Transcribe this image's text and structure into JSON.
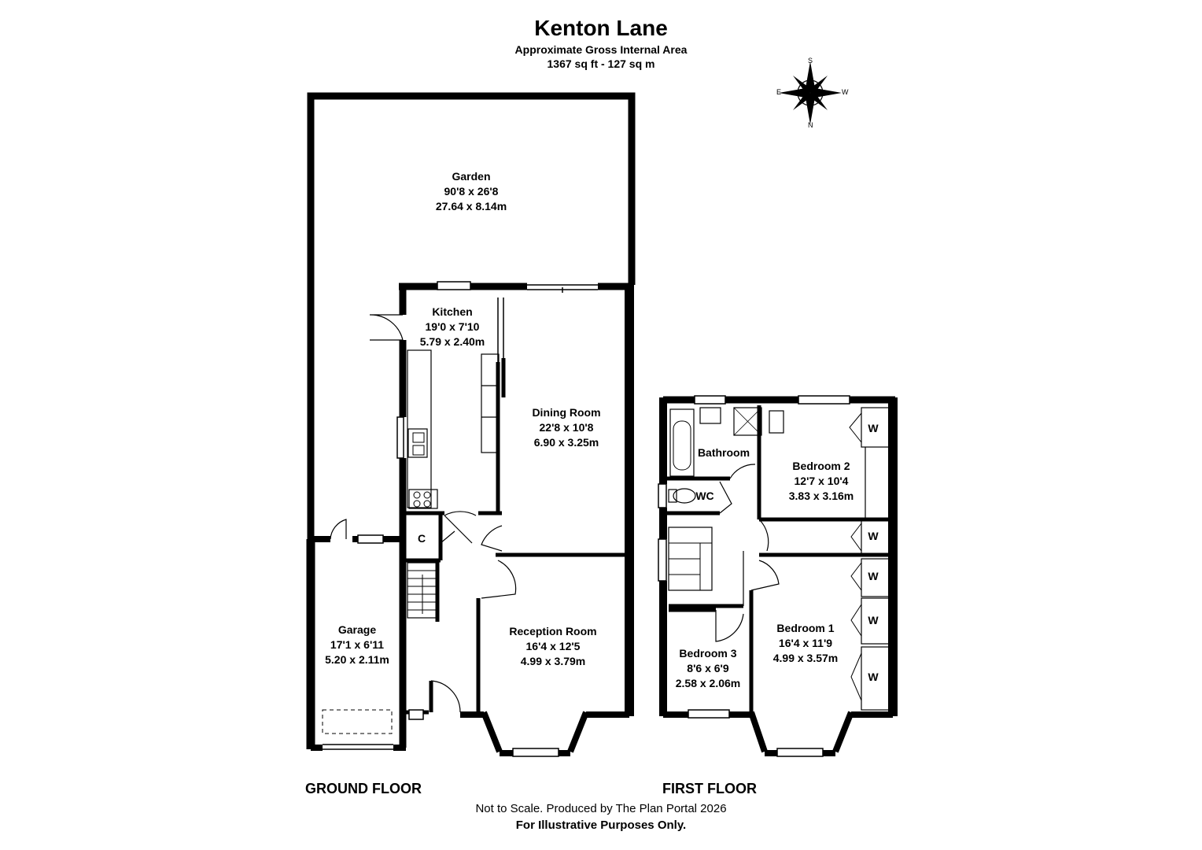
{
  "header": {
    "title": "Kenton Lane",
    "subtitle": "Approximate Gross Internal Area",
    "area": "1367 sq ft - 127 sq m"
  },
  "compass": {
    "north": "N",
    "south": "S",
    "east": "E",
    "west": "W"
  },
  "rooms": {
    "garden": {
      "name": "Garden",
      "imperial": "90'8 x 26'8",
      "metric": "27.64 x 8.14m"
    },
    "kitchen": {
      "name": "Kitchen",
      "imperial": "19'0 x 7'10",
      "metric": "5.79 x 2.40m"
    },
    "dining": {
      "name": "Dining Room",
      "imperial": "22'8 x 10'8",
      "metric": "6.90 x 3.25m"
    },
    "reception": {
      "name": "Reception Room",
      "imperial": "16'4 x 12'5",
      "metric": "4.99 x 3.79m"
    },
    "garage": {
      "name": "Garage",
      "imperial": "17'1 x 6'11",
      "metric": "5.20 x 2.11m"
    },
    "cupboard": {
      "name": "C"
    },
    "bathroom": {
      "name": "Bathroom"
    },
    "wc": {
      "name": "WC"
    },
    "bedroom1": {
      "name": "Bedroom 1",
      "imperial": "16'4 x 11'9",
      "metric": "4.99 x 3.57m"
    },
    "bedroom2": {
      "name": "Bedroom 2",
      "imperial": "12'7 x 10'4",
      "metric": "3.83 x 3.16m"
    },
    "bedroom3": {
      "name": "Bedroom 3",
      "imperial": "8'6 x 6'9",
      "metric": "2.58 x 2.06m"
    },
    "wardrobe": "W"
  },
  "floors": {
    "ground": "GROUND FLOOR",
    "first": "FIRST FLOOR"
  },
  "footer": {
    "line1": "Not to Scale. Produced by The Plan Portal 2026",
    "line2": "For Illustrative Purposes Only."
  }
}
